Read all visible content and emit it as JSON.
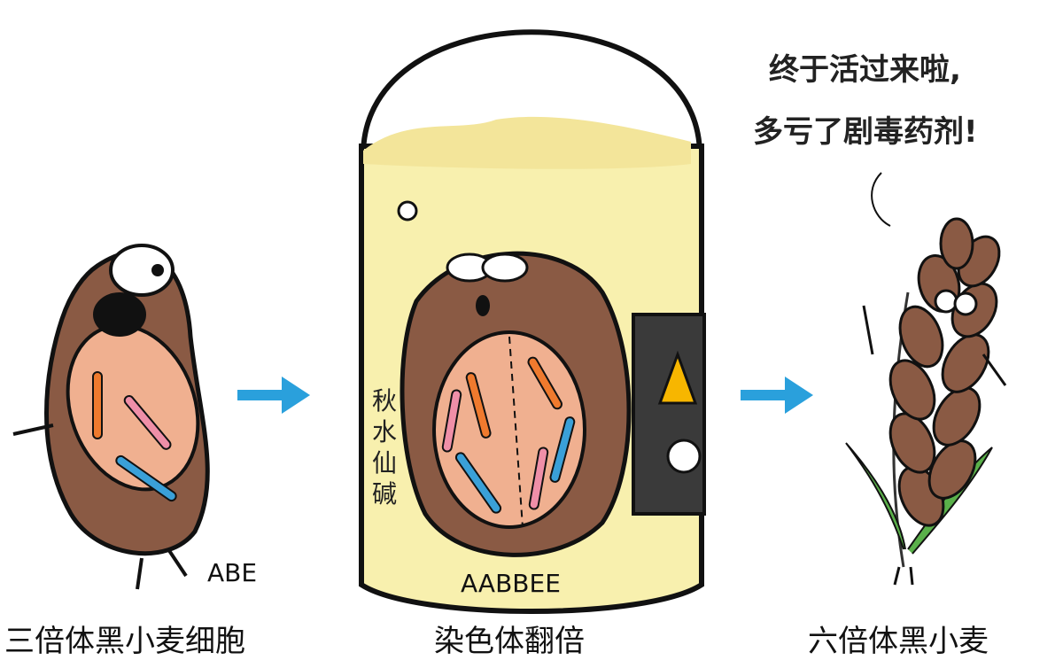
{
  "captions": {
    "step1": "三倍体黑小麦细胞",
    "step2": "染色体翻倍",
    "step3": "六倍体黑小麦"
  },
  "genomes": {
    "triploid": "ABE",
    "doubled": "AABBEE"
  },
  "bucket_label": [
    "秋",
    "水",
    "仙",
    "碱"
  ],
  "speech": {
    "line1": "终于活过来啦,",
    "line2": "多亏了剧毒药剂!"
  },
  "colors": {
    "arrow": "#2aa0dc",
    "cell": "#8a5a44",
    "nucleus": "#f0b090",
    "liquid": "#f8f0ae",
    "chrom_orange": "#ef7a2e",
    "chrom_pink": "#ef8fa8",
    "chrom_blue": "#3aa0d8"
  }
}
